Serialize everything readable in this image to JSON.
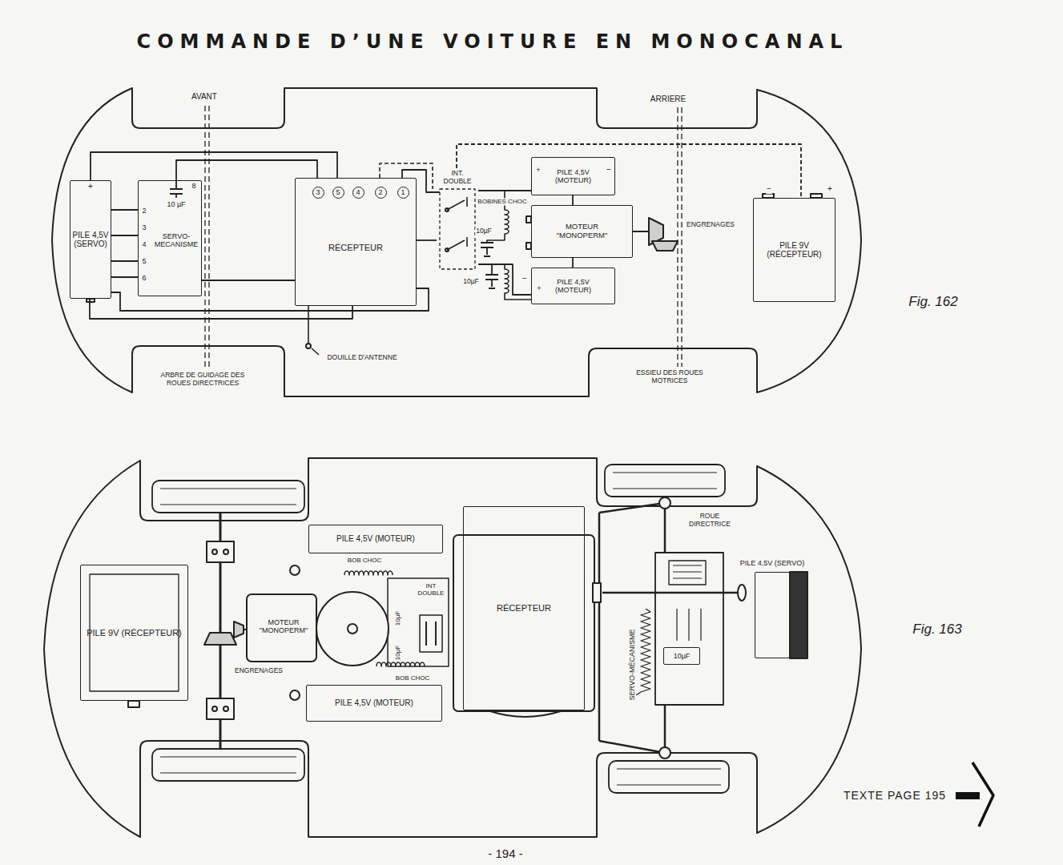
{
  "diagram": {
    "title": "COMMANDE D’UNE VOITURE EN MONOCANAL",
    "nodes": [
      {
        "text": [
          "PILE 4,5V (SERVO)"
        ]
      },
      {
        "text": [
          "10 µF",
          "SERVO-MECANISME"
        ]
      },
      {
        "text": [
          "RÉCEPTEUR"
        ]
      },
      {
        "text": [
          "3"
        ],
        "in": 2
      },
      {
        "text": [
          "5"
        ],
        "in": 2
      },
      {
        "text": [
          "4"
        ],
        "in": 2
      },
      {
        "text": [
          "2"
        ],
        "in": 2
      },
      {
        "text": [
          "1"
        ],
        "in": 2
      },
      {
        "text": [
          "INT. DOUBLE"
        ]
      },
      {
        "text": [
          "PILE 4,5V (MOTEUR)"
        ]
      },
      {
        "text": [
          "MOTEUR \"MONOPERM\""
        ]
      },
      {
        "text": [
          "PILE 4,5V (MOTEUR)"
        ]
      },
      {
        "text": [
          "PILE 9V (RÉCEPTEUR)"
        ]
      },
      {
        "text": [
          "PILE 9V (RÉCEPTEUR)"
        ]
      },
      {
        "text": [
          "PILE 4,5V (MOTEUR)"
        ]
      },
      {
        "text": [
          "MOTEUR \"MONOPERM\""
        ]
      },
      {
        "text": [
          "INT DOUBLE"
        ]
      },
      {
        "text": [
          "PILE 4,5V (MOTEUR)"
        ]
      },
      {
        "text": [
          "RÉCEPTEUR"
        ]
      },
      {
        "text": [
          "10µF"
        ]
      },
      {
        "text": [
          "PILE 4,5V (SERVO)"
        ]
      }
    ],
    "edges": [
      {
        "from": 0,
        "to": 1,
        "arrow": "none"
      },
      {
        "from": 1,
        "to": 2,
        "arrow": "none"
      },
      {
        "from": 2,
        "to": 8,
        "arrow": "none"
      },
      {
        "from": 8,
        "to": 9,
        "arrow": "none"
      },
      {
        "from": 9,
        "to": 10,
        "arrow": "none"
      },
      {
        "from": 10,
        "to": 11,
        "arrow": "none"
      },
      {
        "from": 8,
        "to": 11,
        "arrow": "none"
      },
      {
        "from": 8,
        "to": 12,
        "arrow": "none"
      },
      {
        "from": 2,
        "to": 0,
        "arrow": "none"
      }
    ],
    "labels": [
      "AVANT",
      "ARRIERE",
      "+",
      "2",
      "3",
      "4",
      "5",
      "6",
      "8",
      "BOBINES CHOC",
      "10µF",
      "10µF",
      "+",
      "−",
      "−",
      "+",
      "−",
      "+",
      "ENGRENAGES",
      "Fig. 162",
      "DOUILLE D'ANTENNE",
      "ARBRE DE GUIDAGE DES ROUES DIRECTRICES",
      "ESSIEU DES ROUES MOTRICES",
      "ENGRENAGES",
      "BOB CHOC",
      "BOB CHOC",
      "10µF",
      "10µF",
      "ROUE DIRECTRICE",
      "SERVO-MÉCANISME",
      "Fig. 163",
      "TEXTE PAGE 195",
      "- 194 -"
    ]
  }
}
